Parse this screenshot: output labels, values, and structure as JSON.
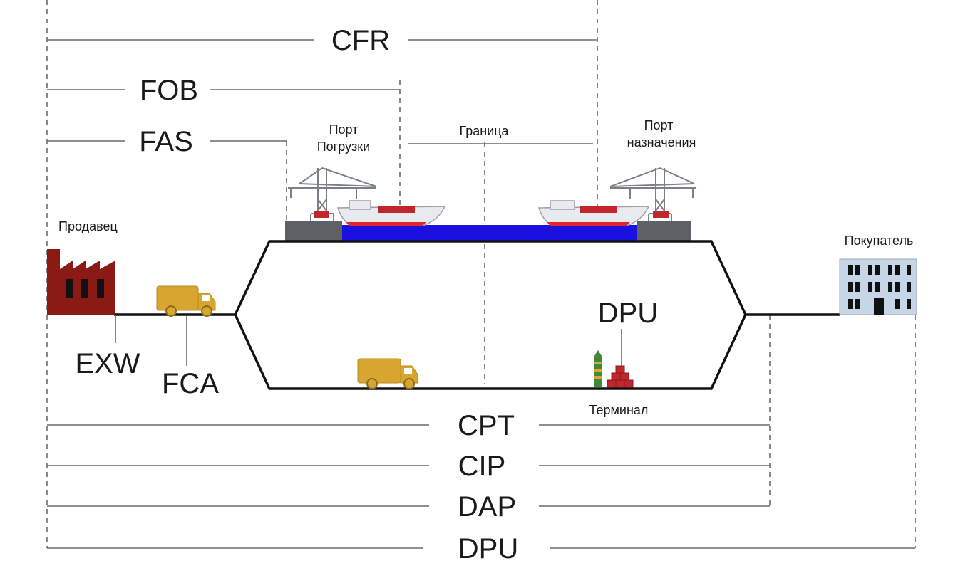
{
  "terms": {
    "cfr": "CFR",
    "fob": "FOB",
    "fas": "FAS",
    "exw": "EXW",
    "fca": "FCA",
    "dpu_terminal": "DPU",
    "cpt": "CPT",
    "cip": "CIP",
    "dap": "DAP",
    "dpu": "DPU"
  },
  "places": {
    "seller": "Продавец",
    "buyer": "Покупатель",
    "loading_port_line1": "Порт",
    "loading_port_line2": "Погрузки",
    "border": "Граница",
    "destination_port_line1": "Порт",
    "destination_port_line2": "назначения",
    "terminal": "Терминал"
  },
  "colors": {
    "sea": "#1a10e0",
    "dock": "#5e6066",
    "factory": "#8b1a14",
    "truck": "#d8a630",
    "cargo": "#c0262c",
    "building": "#c6d6e6"
  }
}
